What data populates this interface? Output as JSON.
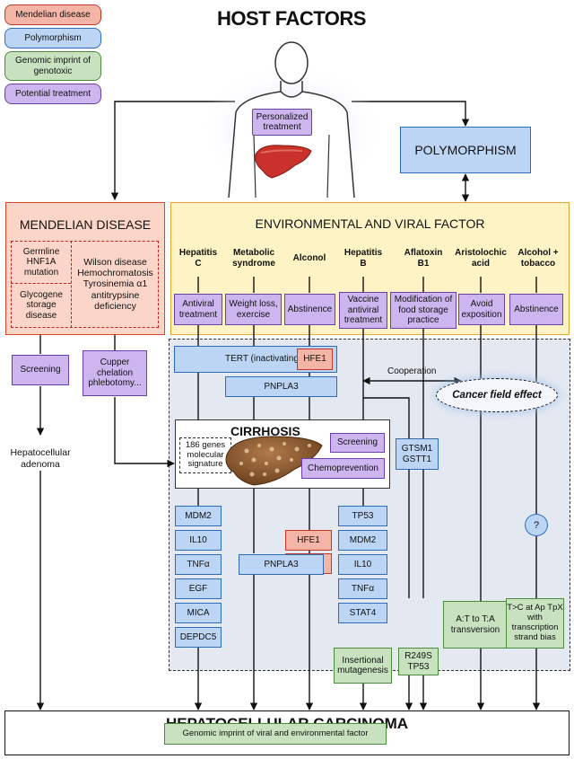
{
  "legend": [
    {
      "label": "Mendelian disease",
      "kind": "red"
    },
    {
      "label": "Polymorphism",
      "kind": "blue"
    },
    {
      "label": "Genomic imprint of genotoxic",
      "kind": "green"
    },
    {
      "label": "Potential treatment",
      "kind": "purple"
    }
  ],
  "colors": {
    "red": "#f5b5a6",
    "blue": "#bcd5f5",
    "green": "#c8e2c0",
    "purple": "#cdb6ef",
    "yellow": "#fdf3c4",
    "dashed_panel": "#e4e8f1"
  },
  "host_title": "HOST FACTORS",
  "personalized": "Personalized treatment",
  "polymorphism": "POLYMORPHISM",
  "mendelian": {
    "title": "MENDELIAN DISEASE",
    "germline": "Germline HNF1A mutation",
    "glycogene": "Glycogene storage disease",
    "wilson": "Wilson disease Hemochromatosis Tyrosinemia α1 antitrypsine deficiency",
    "screening": "Screening",
    "cupper": "Cupper chelation phlebotomy...",
    "adenoma": "Hepatocellular adenoma"
  },
  "env": {
    "title": "ENVIRONMENTAL AND VIRAL FACTOR",
    "factors": [
      {
        "name": "Hepatitis C",
        "treatment": "Antiviral treatment"
      },
      {
        "name": "Metabolic syndrome",
        "treatment": "Weight loss, exercise"
      },
      {
        "name": "Alconol",
        "treatment": "Abstinence"
      },
      {
        "name": "Hepatitis B",
        "treatment": "Vaccine antiviral treatment"
      },
      {
        "name": "Aflatoxin B1",
        "treatment": "Modification of food storage practice"
      },
      {
        "name": "Aristolochic acid",
        "treatment": "Avoid exposition"
      },
      {
        "name": "Alcohol + tobacco",
        "treatment": "Abstinence"
      }
    ]
  },
  "tert": "TERT (inactivating)",
  "hfe1_top": "HFE1",
  "pnpla3_top": "PNPLA3",
  "cooperation": "Cooperation",
  "field_effect": "Cancer field effect",
  "cirrhosis": {
    "title": "CIRRHOSIS",
    "signature": "186 genes molecular signature",
    "screening": "Screening",
    "chemoprevention": "Chemoprevention"
  },
  "gstm": "GTSM1 GSTT1",
  "hcv_genes": [
    "MDM2",
    "IL10",
    "TNFα",
    "EGF",
    "MICA",
    "DEPDC5"
  ],
  "hfe1_bottom": "HFE1",
  "pnpla3_bottom": "PNPLA3",
  "hbv_genes": [
    "TP53",
    "MDM2",
    "IL10",
    "TNFα",
    "STAT4"
  ],
  "insertional": "Insertional mutagenesis",
  "r249s": "R249S TP53",
  "atta": "A:T to T:A transversion",
  "question": "?",
  "tc": "T>C at Ap TpX with transcription strand bias",
  "hcc": {
    "title": "HEPATOCELLULAR CARCINOMA",
    "imprint": "Genomic imprint of viral and environmental factor"
  }
}
